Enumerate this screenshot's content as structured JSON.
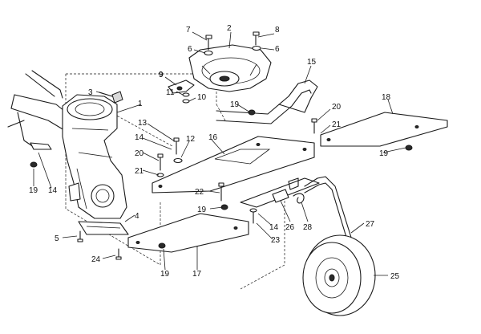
{
  "callouts": [
    {
      "id": "c7",
      "text": "7"
    },
    {
      "id": "c2",
      "text": "2"
    },
    {
      "id": "c8",
      "text": "8"
    },
    {
      "id": "c6a",
      "text": "6"
    },
    {
      "id": "c6b",
      "text": "6"
    },
    {
      "id": "c15",
      "text": "15"
    },
    {
      "id": "c9",
      "text": "9"
    },
    {
      "id": "c3",
      "text": "3"
    },
    {
      "id": "c11",
      "text": "11"
    },
    {
      "id": "c10",
      "text": "10"
    },
    {
      "id": "c1",
      "text": "1"
    },
    {
      "id": "c19a",
      "text": "19"
    },
    {
      "id": "c20a",
      "text": "20"
    },
    {
      "id": "c18",
      "text": "18"
    },
    {
      "id": "c13",
      "text": "13"
    },
    {
      "id": "c12",
      "text": "12"
    },
    {
      "id": "c14a",
      "text": "14"
    },
    {
      "id": "c16",
      "text": "16"
    },
    {
      "id": "c21a",
      "text": "21"
    },
    {
      "id": "c19b",
      "text": "19"
    },
    {
      "id": "c20b",
      "text": "20"
    },
    {
      "id": "c21b",
      "text": "21"
    },
    {
      "id": "c19c",
      "text": "19"
    },
    {
      "id": "c14b",
      "text": "14"
    },
    {
      "id": "c22",
      "text": "22"
    },
    {
      "id": "c19d",
      "text": "19"
    },
    {
      "id": "c14c",
      "text": "14"
    },
    {
      "id": "c26",
      "text": "26"
    },
    {
      "id": "c28",
      "text": "28"
    },
    {
      "id": "c27",
      "text": "27"
    },
    {
      "id": "c4",
      "text": "4"
    },
    {
      "id": "c5",
      "text": "5"
    },
    {
      "id": "c23",
      "text": "23"
    },
    {
      "id": "c24",
      "text": "24"
    },
    {
      "id": "c19e",
      "text": "19"
    },
    {
      "id": "c17",
      "text": "17"
    },
    {
      "id": "c25",
      "text": "25"
    }
  ]
}
